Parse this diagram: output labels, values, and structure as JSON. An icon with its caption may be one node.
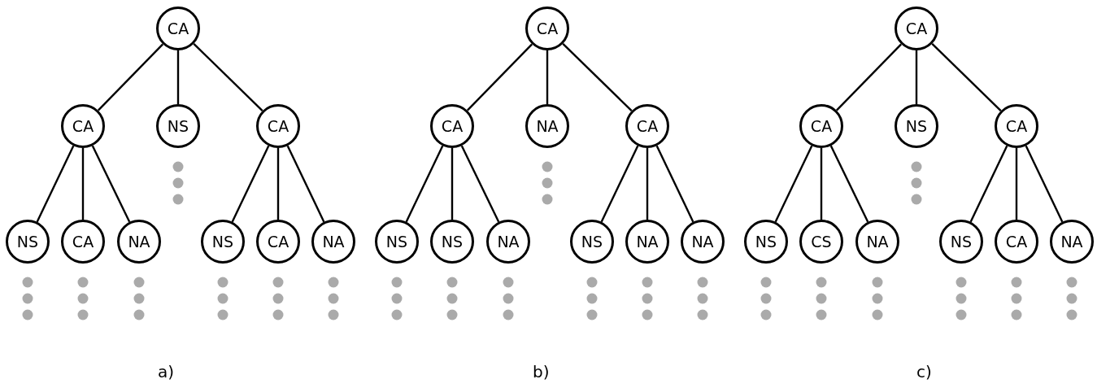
{
  "diagram": {
    "nodes": [
      {
        "text": [
          "CA"
        ]
      },
      {
        "text": [
          "CA"
        ]
      },
      {
        "text": [
          "NS"
        ]
      },
      {
        "text": [
          "CA"
        ]
      },
      {
        "text": [
          "NS"
        ]
      },
      {
        "text": [
          "CA"
        ]
      },
      {
        "text": [
          "NA"
        ]
      },
      {
        "text": [
          "NS"
        ]
      },
      {
        "text": [
          "CA"
        ]
      },
      {
        "text": [
          "NA"
        ]
      },
      {
        "text": [
          "CA"
        ]
      },
      {
        "text": [
          "CA"
        ]
      },
      {
        "text": [
          "NA"
        ]
      },
      {
        "text": [
          "CA"
        ]
      },
      {
        "text": [
          "NS"
        ]
      },
      {
        "text": [
          "NS"
        ]
      },
      {
        "text": [
          "NA"
        ]
      },
      {
        "text": [
          "NS"
        ]
      },
      {
        "text": [
          "NA"
        ]
      },
      {
        "text": [
          "NA"
        ]
      },
      {
        "text": [
          "CA"
        ]
      },
      {
        "text": [
          "CA"
        ]
      },
      {
        "text": [
          "NS"
        ]
      },
      {
        "text": [
          "CA"
        ]
      },
      {
        "text": [
          "NS"
        ]
      },
      {
        "text": [
          "CS"
        ]
      },
      {
        "text": [
          "NA"
        ]
      },
      {
        "text": [
          "NS"
        ]
      },
      {
        "text": [
          "CA"
        ]
      },
      {
        "text": [
          "NA"
        ]
      }
    ],
    "edges": [
      {
        "from": 0,
        "to": 1,
        "arrow": "none"
      },
      {
        "from": 0,
        "to": 2,
        "arrow": "none"
      },
      {
        "from": 0,
        "to": 3,
        "arrow": "none"
      },
      {
        "from": 1,
        "to": 4,
        "arrow": "none"
      },
      {
        "from": 1,
        "to": 5,
        "arrow": "none"
      },
      {
        "from": 1,
        "to": 6,
        "arrow": "none"
      },
      {
        "from": 3,
        "to": 7,
        "arrow": "none"
      },
      {
        "from": 3,
        "to": 8,
        "arrow": "none"
      },
      {
        "from": 3,
        "to": 9,
        "arrow": "none"
      },
      {
        "from": 10,
        "to": 11,
        "arrow": "none"
      },
      {
        "from": 10,
        "to": 12,
        "arrow": "none"
      },
      {
        "from": 10,
        "to": 13,
        "arrow": "none"
      },
      {
        "from": 11,
        "to": 14,
        "arrow": "none"
      },
      {
        "from": 11,
        "to": 15,
        "arrow": "none"
      },
      {
        "from": 11,
        "to": 16,
        "arrow": "none"
      },
      {
        "from": 13,
        "to": 17,
        "arrow": "none"
      },
      {
        "from": 13,
        "to": 18,
        "arrow": "none"
      },
      {
        "from": 13,
        "to": 19,
        "arrow": "none"
      },
      {
        "from": 20,
        "to": 21,
        "arrow": "none"
      },
      {
        "from": 20,
        "to": 22,
        "arrow": "none"
      },
      {
        "from": 20,
        "to": 23,
        "arrow": "none"
      },
      {
        "from": 21,
        "to": 24,
        "arrow": "none"
      },
      {
        "from": 21,
        "to": 25,
        "arrow": "none"
      },
      {
        "from": 21,
        "to": 26,
        "arrow": "none"
      },
      {
        "from": 23,
        "to": 27,
        "arrow": "none"
      },
      {
        "from": 23,
        "to": 28,
        "arrow": "none"
      },
      {
        "from": 23,
        "to": 29,
        "arrow": "none"
      }
    ],
    "labels": [
      "a)",
      "b)",
      "c)"
    ]
  }
}
